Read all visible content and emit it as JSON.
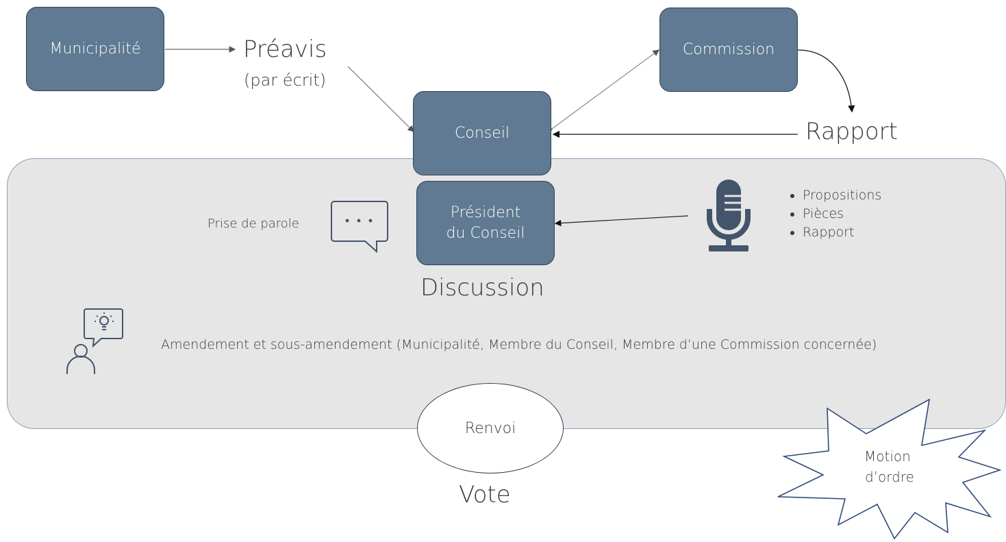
{
  "nodes": {
    "municipalite": "Municipalité",
    "conseil": "Conseil",
    "commission": "Commission",
    "president_line1": "Président",
    "president_line2": "du Conseil"
  },
  "labels": {
    "preavis": "Préavis",
    "preavis_sub": "(par écrit)",
    "rapport": "Rapport",
    "prise_de_parole": "Prise de parole",
    "discussion": "Discussion",
    "amendement": "Amendement et sous-amendement (Municipalité, Membre du Conseil, Membre d’une Commission concernée)",
    "renvoi": "Renvoi",
    "vote": "Vote",
    "motion_line1": "Motion",
    "motion_line2": "d’ordre"
  },
  "bullets": [
    "Propositions",
    "Pièces",
    "Rapport"
  ],
  "icons": [
    "chat-bubble-icon",
    "microphone-icon",
    "person-idea-icon"
  ],
  "colors": {
    "node_fill": "#5f7a92",
    "node_border": "#2f3f4f",
    "panel_fill": "#e6e6e6",
    "panel_border": "#8a9fb8",
    "starburst_stroke": "#2f4a78"
  }
}
